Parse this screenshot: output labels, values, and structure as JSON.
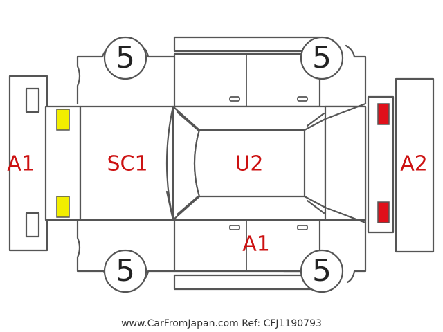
{
  "diagram": {
    "panel_codes": {
      "front_bumper": "A1",
      "bonnet": "SC1",
      "roof": "U2",
      "rear_bumper": "A2",
      "right_side_rear_door": "A1"
    },
    "tire_tread": {
      "front_left": "5",
      "rear_left": "5",
      "front_right": "5",
      "rear_right": "5"
    },
    "light_marker_colors": {
      "front": "#f2ee00",
      "rear": "#e0101a"
    }
  },
  "footer": {
    "watermark": "www.CarFromJapan.com Ref: CFJ1190793"
  }
}
